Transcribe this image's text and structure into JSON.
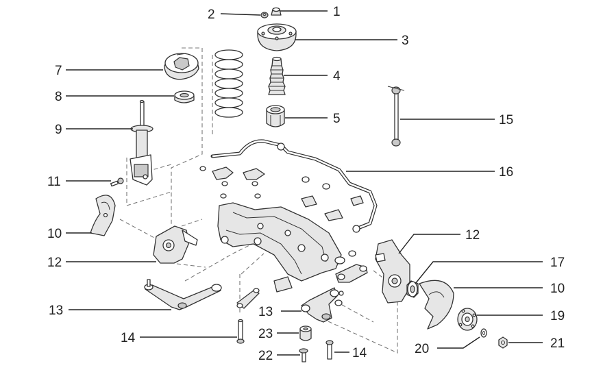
{
  "callouts": [
    {
      "id": "c1",
      "label": "1"
    },
    {
      "id": "c2",
      "label": "2"
    },
    {
      "id": "c3",
      "label": "3"
    },
    {
      "id": "c4",
      "label": "4"
    },
    {
      "id": "c5",
      "label": "5"
    },
    {
      "id": "c7",
      "label": "7"
    },
    {
      "id": "c8",
      "label": "8"
    },
    {
      "id": "c9",
      "label": "9"
    },
    {
      "id": "c11",
      "label": "11"
    },
    {
      "id": "c10a",
      "label": "10"
    },
    {
      "id": "c12a",
      "label": "12"
    },
    {
      "id": "c13a",
      "label": "13"
    },
    {
      "id": "c14a",
      "label": "14"
    },
    {
      "id": "c15",
      "label": "15"
    },
    {
      "id": "c16",
      "label": "16"
    },
    {
      "id": "c12b",
      "label": "12"
    },
    {
      "id": "c17",
      "label": "17"
    },
    {
      "id": "c10b",
      "label": "10"
    },
    {
      "id": "c19",
      "label": "19"
    },
    {
      "id": "c13b",
      "label": "13"
    },
    {
      "id": "c23",
      "label": "23"
    },
    {
      "id": "c22",
      "label": "22"
    },
    {
      "id": "c14b",
      "label": "14"
    },
    {
      "id": "c20",
      "label": "20"
    },
    {
      "id": "c21",
      "label": "21"
    }
  ],
  "colors": {
    "line": "#333333",
    "text": "#222222",
    "background": "#ffffff"
  }
}
